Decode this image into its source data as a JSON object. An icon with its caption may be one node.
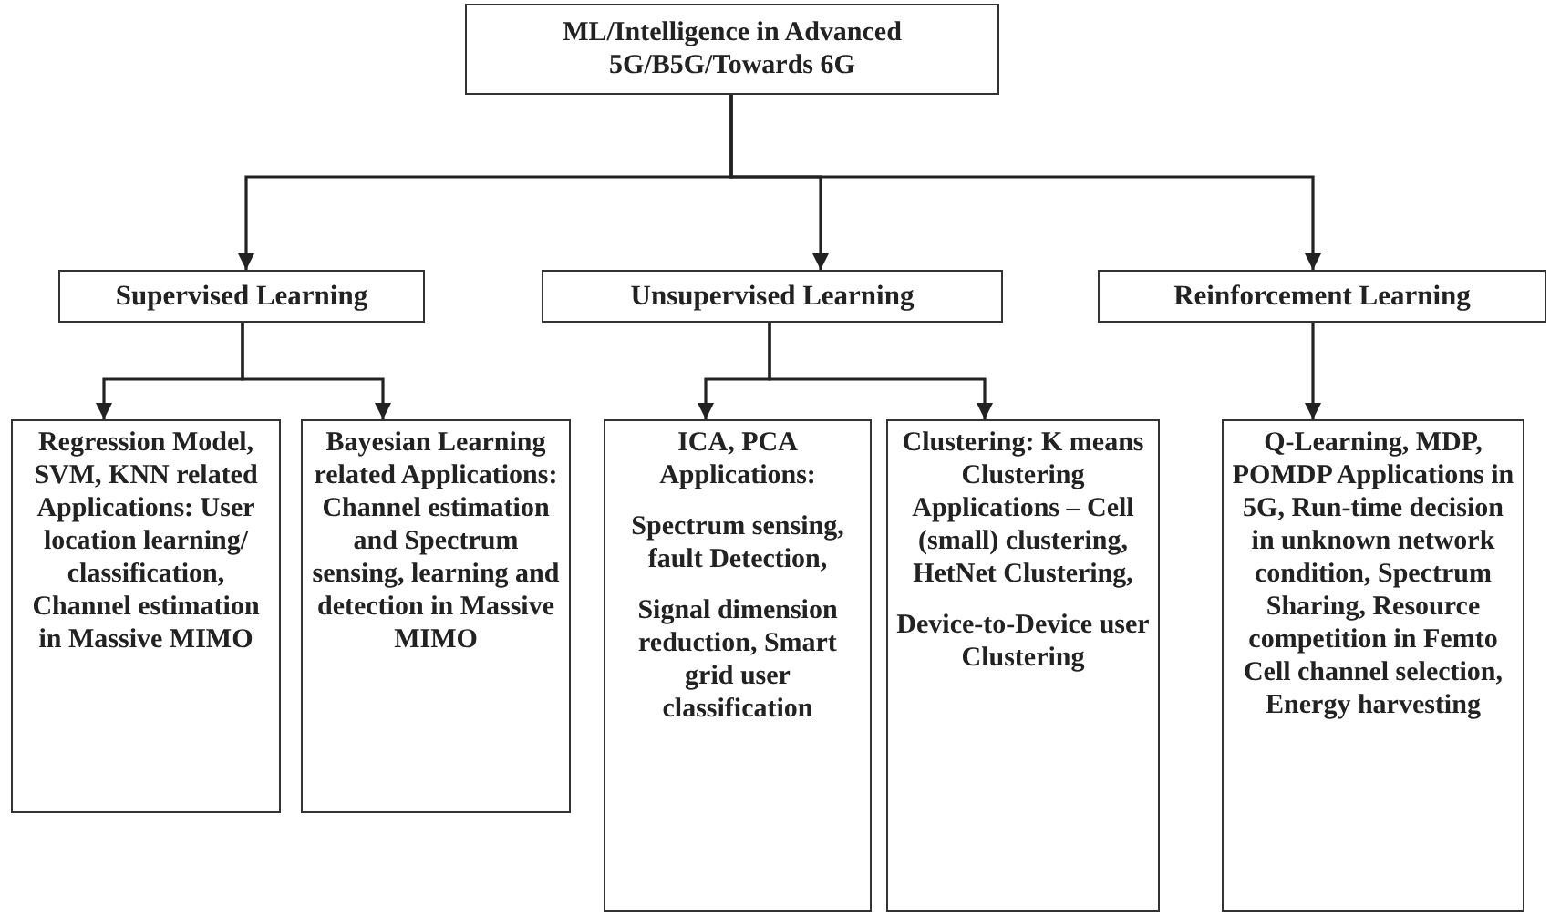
{
  "diagram": {
    "nodes": [
      {
        "text": [
          "ML/Intelligence in Advanced 5G/B5G/Towards 6G"
        ]
      },
      {
        "text": [
          "Supervised Learning"
        ]
      },
      {
        "text": [
          "Unsupervised Learning"
        ]
      },
      {
        "text": [
          "Reinforcement Learning"
        ]
      },
      {
        "text": [
          "Regression Model, SVM, KNN related Applications: User location learning/ classification, Channel estimation in Massive MIMO"
        ]
      },
      {
        "text": [
          "Bayesian Learning related Applications: Channel estimation and Spectrum sensing, learning and detection in Massive MIMO"
        ]
      },
      {
        "text": [
          "ICA, PCA Applications:",
          "Spectrum sensing, fault Detection,",
          "Signal dimension reduction, Smart grid user classification"
        ]
      },
      {
        "text": [
          "Clustering: K means Clustering Applications – Cell (small) clustering, HetNet Clustering,",
          "Device-to-Device user Clustering"
        ]
      },
      {
        "text": [
          "Q-Learning, MDP, POMDP Applications in 5G, Run-time decision in unknown network condition, Spectrum Sharing, Resource competition in Femto Cell channel selection, Energy harvesting"
        ]
      }
    ],
    "edges": [
      {
        "from": 0,
        "to": 1,
        "arrow": "to"
      },
      {
        "from": 0,
        "to": 2,
        "arrow": "to"
      },
      {
        "from": 0,
        "to": 3,
        "arrow": "to"
      },
      {
        "from": 1,
        "to": 4,
        "arrow": "to"
      },
      {
        "from": 1,
        "to": 5,
        "arrow": "to"
      },
      {
        "from": 2,
        "to": 6,
        "arrow": "to"
      },
      {
        "from": 2,
        "to": 7,
        "arrow": "to"
      },
      {
        "from": 3,
        "to": 8,
        "arrow": "to"
      }
    ]
  }
}
